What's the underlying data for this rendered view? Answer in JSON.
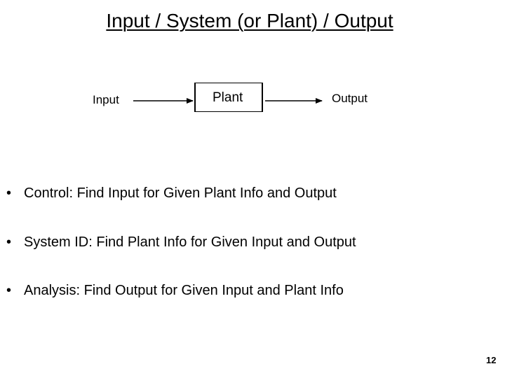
{
  "title": "Input / System (or Plant) / Output",
  "diagram": {
    "input_label": "Input",
    "plant_label": "Plant",
    "output_label": "Output"
  },
  "bullets": [
    {
      "marker": "•",
      "text": "Control: Find Input for Given Plant Info and Output"
    },
    {
      "marker": "•",
      "text": "System ID: Find Plant Info for Given Input and Output"
    },
    {
      "marker": "•",
      "text": "Analysis: Find Output for Given Input and Plant Info"
    }
  ],
  "page_number": "12"
}
